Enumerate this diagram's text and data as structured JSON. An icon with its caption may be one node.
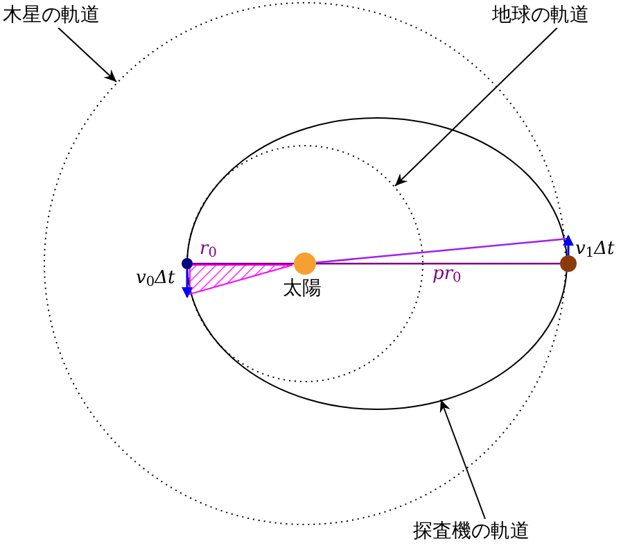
{
  "diagram": {
    "nodes": [
      {
        "text": [
          "木星の軌道"
        ]
      },
      {
        "text": [
          "地球の軌道"
        ]
      },
      {
        "text": [
          "探査機の軌道"
        ]
      },
      {
        "text": [],
        "shape": "circle"
      },
      {
        "text": [],
        "shape": "circle",
        "in": 5
      },
      {
        "text": [],
        "shape": "ellipse",
        "in": 3
      },
      {
        "text": [],
        "shape": "circle",
        "beside": [
          "太陽"
        ],
        "in": 4
      },
      {
        "text": [],
        "shape": "circle",
        "in": 3
      },
      {
        "text": [],
        "shape": "circle"
      },
      {
        "text": [],
        "shape": "triangle",
        "in": 4
      }
    ],
    "edges": [
      {
        "from": 0,
        "to": 3,
        "arrow": "to"
      },
      {
        "from": 1,
        "to": 4,
        "arrow": "to"
      },
      {
        "from": 2,
        "to": 5,
        "arrow": "to"
      },
      {
        "from": 7,
        "to": 6,
        "arrow": "none",
        "color": "#800080"
      },
      {
        "from": 6,
        "to": 8,
        "arrow": "none",
        "color": "#800080"
      },
      {
        "from": 6,
        "to": 5,
        "arrow": "none",
        "color": "#a020f0"
      },
      {
        "from": 7,
        "to": 9,
        "arrow": "to",
        "color": "#0000ff"
      },
      {
        "from": 8,
        "to": 5,
        "arrow": "to",
        "color": "#0000ff"
      }
    ],
    "labels": [
      "*r*$_{0}$",
      "*pr*$_{0}$",
      "*v*$_{0}$*Δt*",
      "*v*$_{1}$*Δt*"
    ]
  }
}
